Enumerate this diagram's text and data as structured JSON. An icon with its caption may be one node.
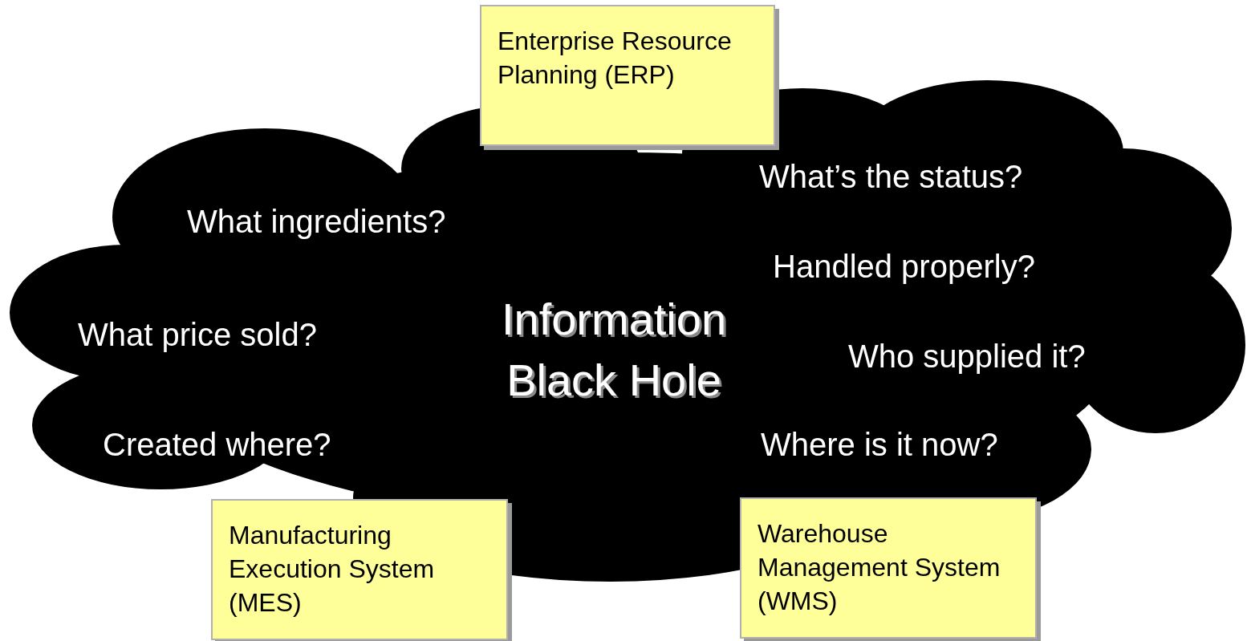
{
  "diagram": {
    "nodes": [
      {
        "text": [
          "Enterprise Resource Planning (ERP)"
        ]
      },
      {
        "text": [
          "Information Black Hole",
          "What ingredients?",
          "What price sold?",
          "Created where?",
          "What’s the status?",
          "Handled properly?",
          "Who supplied it?",
          "Where is it now?"
        ]
      },
      {
        "text": [
          "Manufacturing Execution System (MES)"
        ]
      },
      {
        "text": [
          "Warehouse Management System (WMS)"
        ]
      }
    ],
    "edges": []
  }
}
